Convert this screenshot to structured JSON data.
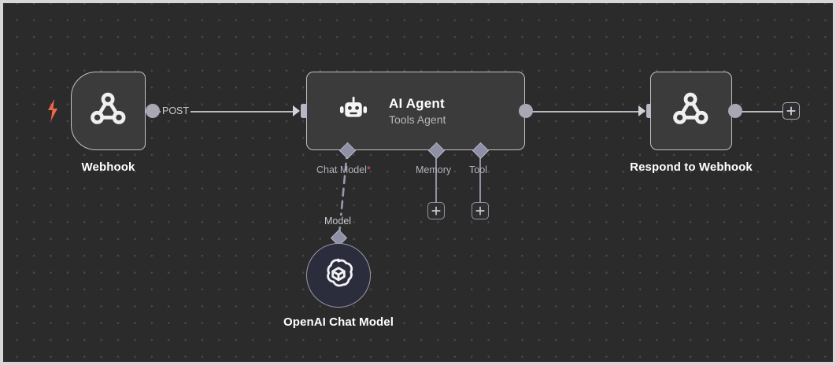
{
  "canvas": {
    "background_color": "#2b2b2b",
    "grid_dot_color": "#4b4b4b",
    "frame_border_color": "#d7d7d7"
  },
  "nodes": {
    "webhook": {
      "label": "Webhook",
      "icon": "webhook-icon",
      "trigger_icon": "lightning-bolt-icon",
      "trigger_color": "#f1674a",
      "output_label": "POST"
    },
    "ai_agent": {
      "title": "AI Agent",
      "subtitle": "Tools Agent",
      "icon": "robot-icon",
      "ports": [
        {
          "label": "Chat Model",
          "required": true,
          "required_mark": "*"
        },
        {
          "label": "Memory",
          "required": false,
          "required_mark": ""
        },
        {
          "label": "Tool",
          "required": false,
          "required_mark": ""
        }
      ]
    },
    "respond": {
      "label": "Respond to Webhook",
      "icon": "webhook-icon"
    },
    "openai": {
      "label": "OpenAI Chat Model",
      "icon": "openai-logo-icon",
      "port_label": "Model",
      "circle_color": "#2b2d3c"
    }
  },
  "buttons": {
    "add_memory": "+",
    "add_tool": "+",
    "add_after_respond": "+"
  },
  "connection_colors": {
    "main_edge": "#b9b9c4",
    "sub_edge": "#8f8fa6",
    "endpoint": "#a8a8b4",
    "diamond": "#8f8fa6"
  }
}
